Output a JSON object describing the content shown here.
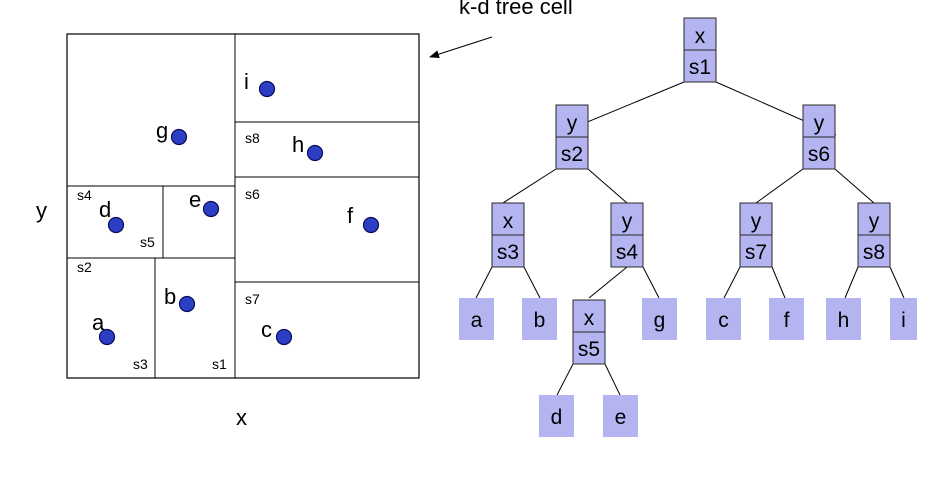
{
  "left": {
    "axis_x": "x",
    "axis_y": "y",
    "annotation": "k-d tree cell",
    "points": [
      {
        "label": "a"
      },
      {
        "label": "b"
      },
      {
        "label": "c"
      },
      {
        "label": "d"
      },
      {
        "label": "e"
      },
      {
        "label": "f"
      },
      {
        "label": "g"
      },
      {
        "label": "h"
      },
      {
        "label": "i"
      }
    ],
    "splits": [
      {
        "label": "s1"
      },
      {
        "label": "s2"
      },
      {
        "label": "s3"
      },
      {
        "label": "s4"
      },
      {
        "label": "s5"
      },
      {
        "label": "s6"
      },
      {
        "label": "s7"
      },
      {
        "label": "s8"
      }
    ]
  },
  "tree": {
    "internal": [
      {
        "axis": "x",
        "split": "s1"
      },
      {
        "axis": "y",
        "split": "s2"
      },
      {
        "axis": "y",
        "split": "s6"
      },
      {
        "axis": "x",
        "split": "s3"
      },
      {
        "axis": "y",
        "split": "s4"
      },
      {
        "axis": "y",
        "split": "s7"
      },
      {
        "axis": "y",
        "split": "s8"
      },
      {
        "axis": "x",
        "split": "s5"
      }
    ],
    "leaves": [
      {
        "label": "a"
      },
      {
        "label": "b"
      },
      {
        "label": "g"
      },
      {
        "label": "c"
      },
      {
        "label": "f"
      },
      {
        "label": "h"
      },
      {
        "label": "i"
      },
      {
        "label": "d"
      },
      {
        "label": "e"
      }
    ],
    "colors": {
      "node_fill": "#b4b4f0",
      "point_fill": "#2c3fc4"
    }
  }
}
